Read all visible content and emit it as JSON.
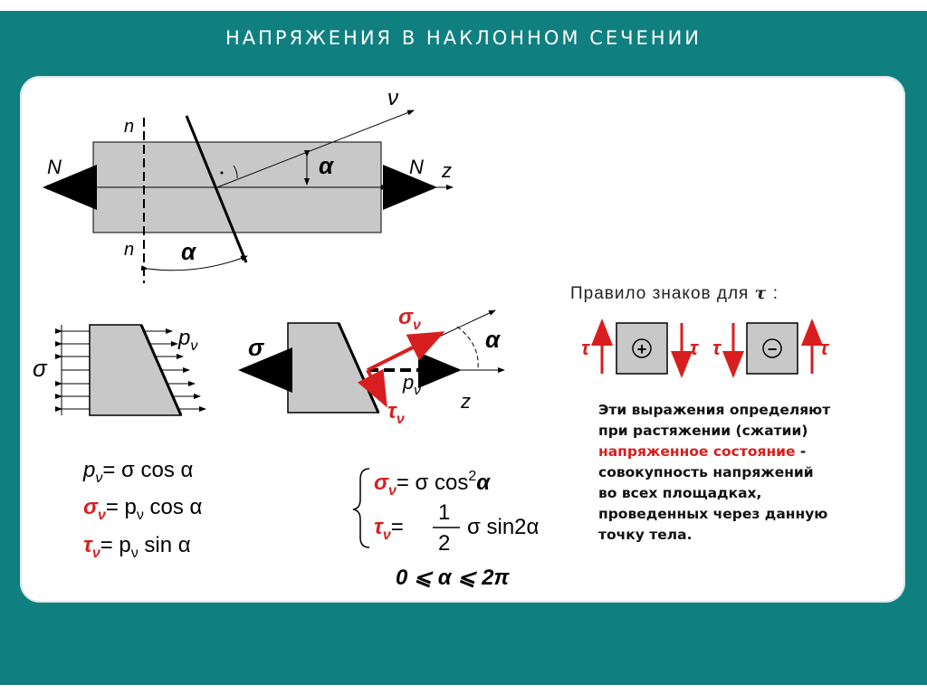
{
  "title": "НАПРЯЖЕНИЯ В НАКЛОННОМ СЕЧЕНИИ",
  "diagram": {
    "labels": {
      "n": "n",
      "N": "N",
      "z": "z",
      "nu": "ν",
      "alpha": "α",
      "sigma": "σ",
      "p_nu": "p",
      "p_sub": "ν",
      "sigma_nu": "σ",
      "tau_nu": "τ",
      "sub_nu": "ν"
    }
  },
  "formulas": {
    "f1": {
      "lhs": "p",
      "sub": "ν",
      "rhs": "= σ cos α"
    },
    "f2": {
      "lhs": "σ",
      "sub": "ν",
      "rhs_a": "= p",
      "rhs_sub": "ν",
      "rhs_b": " cos α"
    },
    "f3": {
      "lhs": "τ",
      "sub": "ν",
      "rhs_a": "= p",
      "rhs_sub": "ν",
      "rhs_b": "  sin α"
    },
    "s1": {
      "lhs": "σ",
      "sub": "ν",
      "rhs": "= σ  cos",
      "sup": "2",
      "tail": "α"
    },
    "s2": {
      "lhs": "τ",
      "sub": "ν",
      "eq": "=",
      "num": "1",
      "den": "2",
      "tail": "σ  sin2α"
    },
    "range": "0 ⩽ α ⩽ 2π"
  },
  "sign_rule": {
    "title": "Правило  знаков  для",
    "symbol": "τ",
    "colon": ":",
    "tau": "τ",
    "plus": "+",
    "minus": "−"
  },
  "description": {
    "line1": "Эти выражения определяют",
    "line2": "при растяжении (сжатии)",
    "line3": "напряженное состояние",
    "line3_tail": " -",
    "line4": "совокупность напряжений",
    "line5": "во всех площадках,",
    "line6": "проведенных через данную",
    "line7": "точку тела."
  },
  "colors": {
    "background": "#0f7f80",
    "accent_red": "#d81e1e",
    "body_gray": "#c8c8c8"
  }
}
